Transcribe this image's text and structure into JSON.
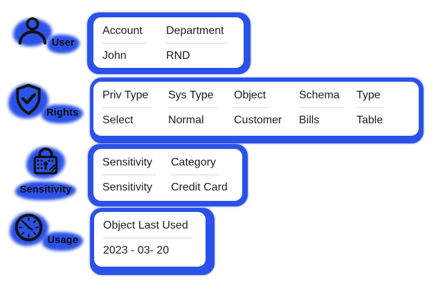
{
  "colors": {
    "accent": "#2B52E8",
    "text": "#1C1C1E",
    "underline": "#D6D8DC",
    "card_bg": "#FFFFFF"
  },
  "sidebar": {
    "items": [
      {
        "icon": "user-icon",
        "label": "User"
      },
      {
        "icon": "shield-check-icon",
        "label": "Rights"
      },
      {
        "icon": "lock-icon",
        "label": "Sensitivity"
      },
      {
        "icon": "clock-icon",
        "label": "Usage"
      }
    ]
  },
  "cards": [
    {
      "name": "user-card",
      "columns": [
        {
          "header": "Account",
          "value": "John"
        },
        {
          "header": "Department",
          "value": "RND"
        }
      ]
    },
    {
      "name": "rights-card",
      "columns": [
        {
          "header": "Priv Type",
          "value": "Select"
        },
        {
          "header": "Sys Type",
          "value": "Normal"
        },
        {
          "header": "Object",
          "value": "Customer"
        },
        {
          "header": "Schema",
          "value": "Bills"
        },
        {
          "header": "Type",
          "value": "Table"
        }
      ]
    },
    {
      "name": "sensitivity-card",
      "columns": [
        {
          "header": "Sensitivity",
          "value": "Sensitivity"
        },
        {
          "header": "Category",
          "value": "Credit Card"
        }
      ]
    },
    {
      "name": "usage-card",
      "columns": [
        {
          "header": "Object Last Used",
          "value": "2023 - 03- 20"
        }
      ]
    }
  ]
}
